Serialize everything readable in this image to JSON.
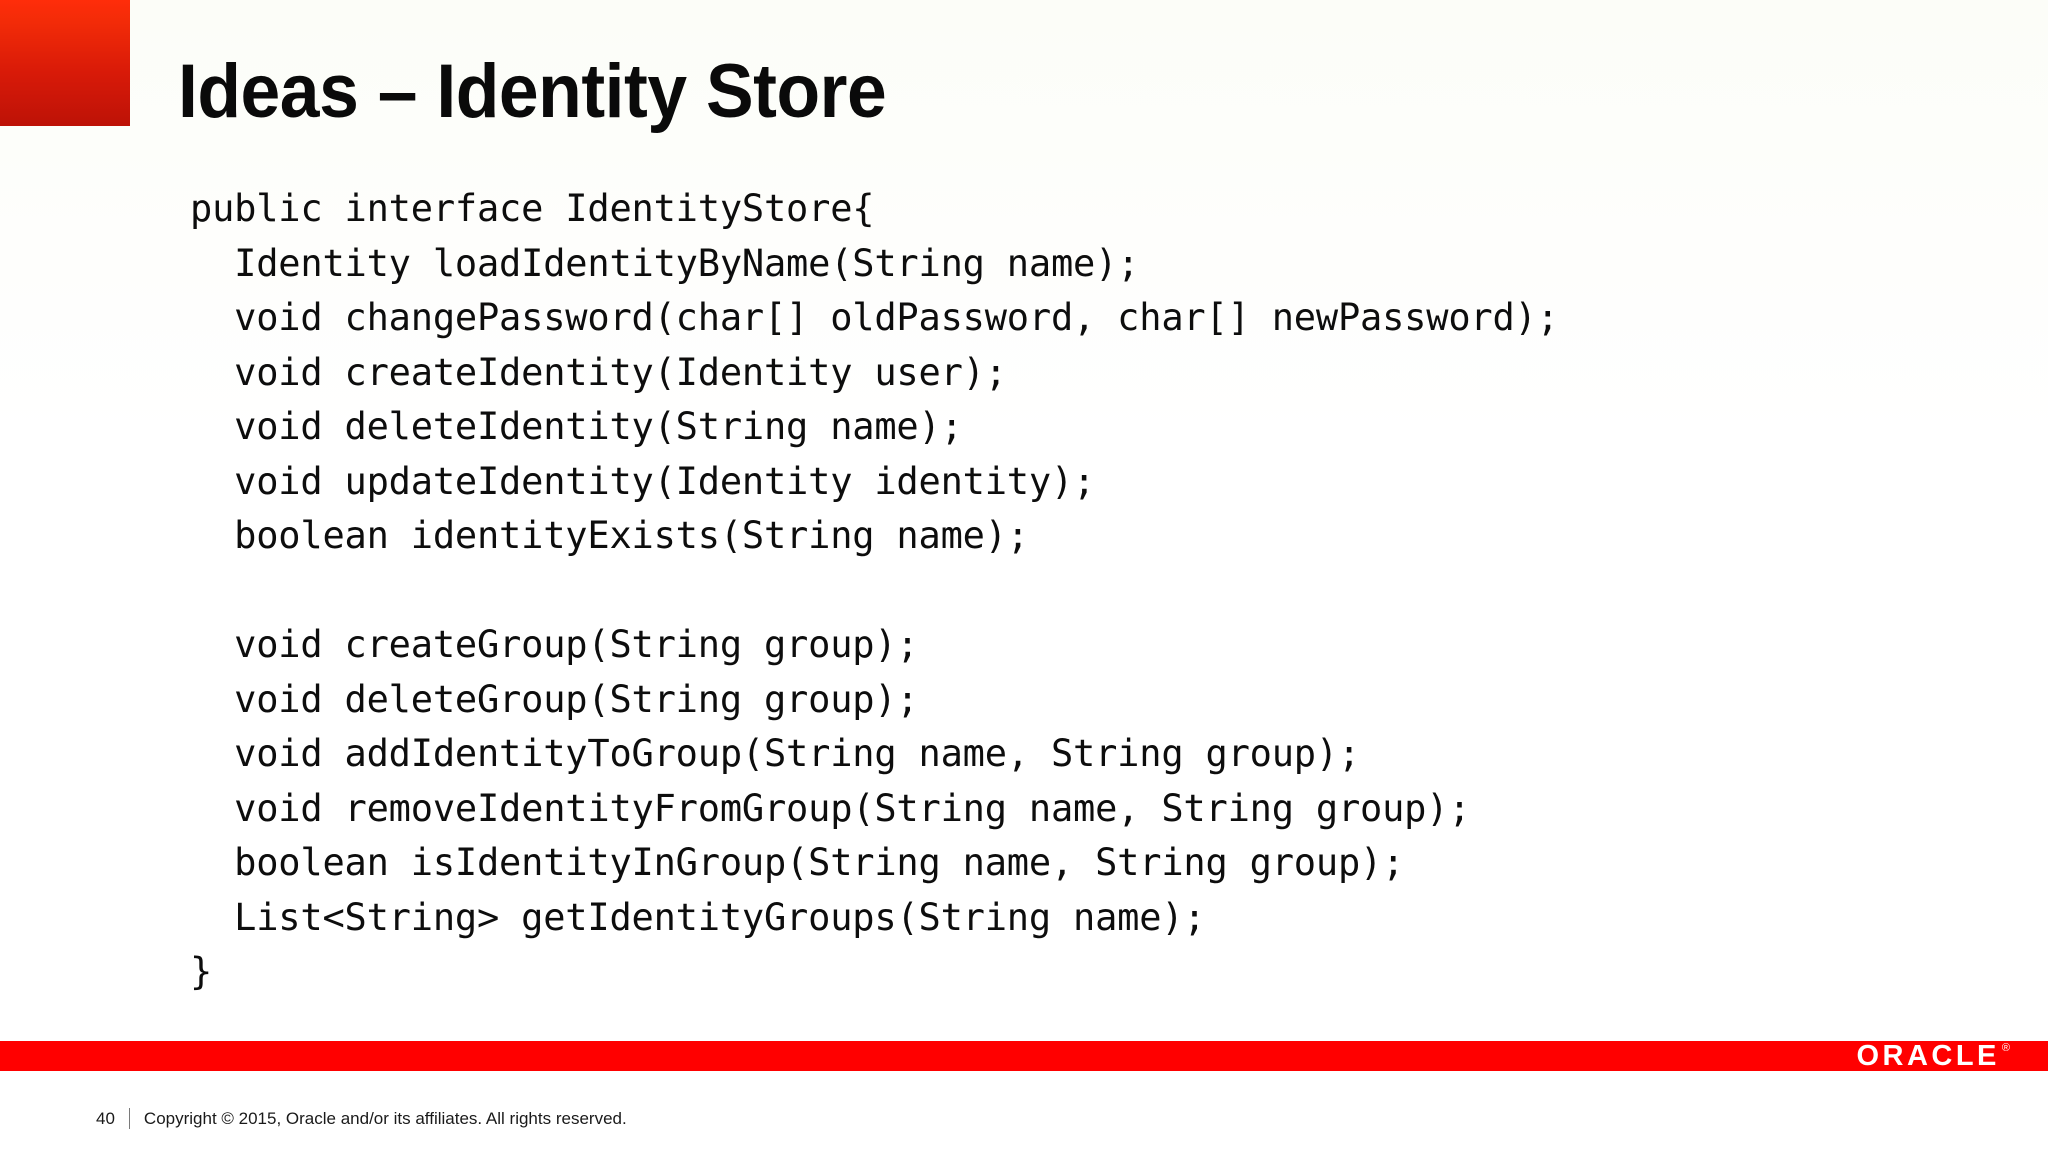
{
  "slide": {
    "title": "Ideas – Identity Store",
    "accent_color": "#d81a08",
    "bar_color": "#ff0000",
    "text_color": "#0d0d0d"
  },
  "code": {
    "language": "java",
    "lines": [
      "public interface IdentityStore{",
      "  Identity loadIdentityByName(String name);",
      "  void changePassword(char[] oldPassword, char[] newPassword);",
      "  void createIdentity(Identity user);",
      "  void deleteIdentity(String name);",
      "  void updateIdentity(Identity identity);",
      "  boolean identityExists(String name);",
      "",
      "  void createGroup(String group);",
      "  void deleteGroup(String group);",
      "  void addIdentityToGroup(String name, String group);",
      "  void removeIdentityFromGroup(String name, String group);",
      "  boolean isIdentityInGroup(String name, String group);",
      "  List<String> getIdentityGroups(String name);",
      "}"
    ]
  },
  "footer": {
    "page_number": "40",
    "copyright": "Copyright © 2015, Oracle and/or its affiliates. All rights reserved.",
    "logo_text": "ORACLE",
    "logo_mark": "®"
  }
}
